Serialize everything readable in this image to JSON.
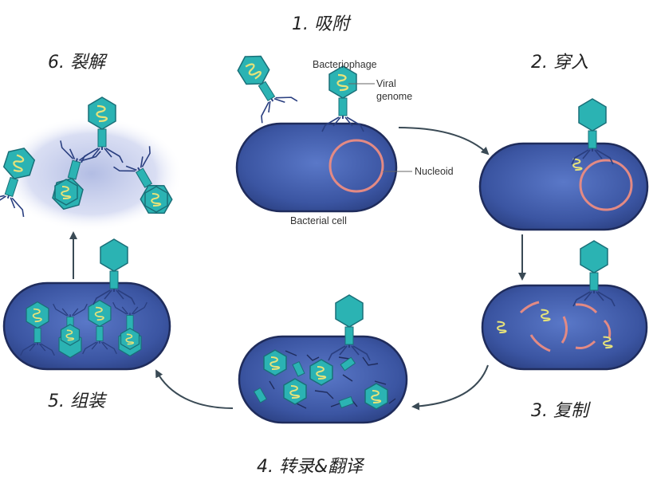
{
  "steps": {
    "s1": "1.  吸附",
    "s2": "2.  穿入",
    "s3": "3.  复制",
    "s4": "4.  转录&翻译",
    "s5": "5.  组装",
    "s6": "6.  裂解"
  },
  "labels": {
    "bacteriophage": "Bacteriophage",
    "viral": "Viral",
    "genome": "genome",
    "nucleoid": "Nucleoid",
    "bacterial_cell": "Bacterial cell"
  },
  "colors": {
    "cell_fill": "#3d5aa8",
    "cell_edge": "#1f2c5c",
    "capsid": "#2bb3b3",
    "capsid_edge": "#1a6f78",
    "genome": "#e6e27a",
    "nucleoid": "#e38a84",
    "arrow": "#3a4a55"
  }
}
